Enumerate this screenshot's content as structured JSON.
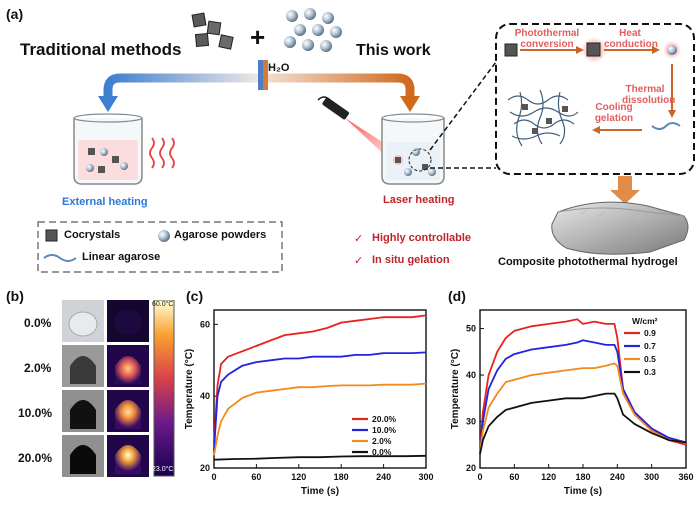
{
  "panel_a": {
    "label": "(a)",
    "traditional_title": "Traditional methods",
    "this_work_title": "This work",
    "water_label": "H₂O",
    "external_heating": "External heating",
    "laser_heating": "Laser heating",
    "photothermal_conversion": "Photothermal conversion",
    "heat_conduction": "Heat conduction",
    "thermal_dissolution": "Thermal dissolution",
    "cooling_gelation": "Cooling gelation",
    "composite_label": "Composite photothermal hydrogel",
    "legend": {
      "cocrystals": "Cocrystals",
      "agarose_powders": "Agarose powders",
      "linear_agarose": "Linear agarose"
    },
    "checks": [
      "Highly controllable",
      "In situ gelation"
    ],
    "check_mark": "✓"
  },
  "panel_b": {
    "label": "(b)",
    "rows": [
      "0.0%",
      "2.0%",
      "10.0%",
      "20.0%"
    ],
    "colorbar_max": "60.0°C",
    "colorbar_min": "23.0°C"
  },
  "chart_data": [
    {
      "panel": "(c)",
      "type": "line",
      "xlabel": "Time (s)",
      "ylabel": "Temperature (°C)",
      "xlim": [
        0,
        300
      ],
      "ylim": [
        20,
        64
      ],
      "xticks": [
        0,
        60,
        120,
        180,
        240,
        300
      ],
      "yticks": [
        20,
        40,
        60
      ],
      "legend_position": "bottom-right",
      "series": [
        {
          "name": "20.0%",
          "color": "#e8231f",
          "x": [
            0,
            5,
            10,
            20,
            40,
            60,
            80,
            100,
            120,
            140,
            160,
            180,
            200,
            220,
            240,
            260,
            280,
            300
          ],
          "y": [
            27,
            43,
            49,
            51,
            52.5,
            54,
            55.5,
            57,
            57.5,
            58,
            59,
            60.5,
            61,
            61.5,
            62,
            62,
            62,
            62.5
          ]
        },
        {
          "name": "10.0%",
          "color": "#2222e0",
          "x": [
            0,
            5,
            10,
            20,
            40,
            60,
            80,
            100,
            120,
            140,
            160,
            180,
            200,
            220,
            240,
            260,
            280,
            300
          ],
          "y": [
            25,
            40,
            44,
            46,
            48.5,
            49.5,
            50,
            50.5,
            50.5,
            51,
            51,
            51,
            51.5,
            51.5,
            52,
            52,
            52,
            52.2
          ]
        },
        {
          "name": "2.0%",
          "color": "#f28a1c",
          "x": [
            0,
            5,
            10,
            20,
            40,
            60,
            80,
            100,
            120,
            140,
            160,
            180,
            200,
            220,
            240,
            260,
            280,
            300
          ],
          "y": [
            23.5,
            29,
            33,
            36.5,
            39.5,
            41,
            41.5,
            42,
            42.5,
            42.5,
            42.8,
            43,
            43,
            43,
            43.2,
            43.2,
            43.2,
            43.5
          ]
        },
        {
          "name": "0.0%",
          "color": "#111111",
          "x": [
            0,
            30,
            60,
            90,
            120,
            150,
            180,
            210,
            240,
            270,
            300
          ],
          "y": [
            22.3,
            22.5,
            22.6,
            22.8,
            23,
            23,
            23.2,
            23.3,
            23.3,
            23.3,
            23.4
          ]
        }
      ]
    },
    {
      "panel": "(d)",
      "type": "line",
      "xlabel": "Time (s)",
      "ylabel": "Temperature (°C)",
      "xlim": [
        0,
        360
      ],
      "ylim": [
        20,
        54
      ],
      "xticks": [
        0,
        60,
        120,
        180,
        240,
        300,
        360
      ],
      "yticks": [
        20,
        30,
        40,
        50
      ],
      "legend_title": "W/cm²",
      "legend_position": "top-right",
      "series": [
        {
          "name": "0.9",
          "color": "#e8231f",
          "x": [
            0,
            5,
            15,
            30,
            45,
            60,
            90,
            120,
            150,
            170,
            180,
            200,
            220,
            235,
            240,
            250,
            270,
            300,
            330,
            360
          ],
          "y": [
            24,
            32,
            40,
            45,
            48,
            49.5,
            50.5,
            51,
            51.5,
            52,
            51,
            51.5,
            51,
            51,
            48,
            37,
            32,
            28.5,
            26,
            25
          ]
        },
        {
          "name": "0.7",
          "color": "#2222e0",
          "x": [
            0,
            5,
            15,
            30,
            45,
            60,
            90,
            120,
            150,
            170,
            180,
            200,
            220,
            235,
            240,
            250,
            270,
            300,
            330,
            360
          ],
          "y": [
            23.5,
            30,
            37,
            41,
            43.5,
            44.5,
            45.5,
            46,
            46.5,
            47,
            47.5,
            47,
            46.5,
            46.5,
            45,
            37,
            32,
            28.5,
            26.5,
            25.5
          ]
        },
        {
          "name": "0.5",
          "color": "#f28a1c",
          "x": [
            0,
            5,
            15,
            30,
            45,
            60,
            90,
            120,
            150,
            180,
            200,
            220,
            235,
            240,
            250,
            270,
            300,
            330,
            360
          ],
          "y": [
            23.5,
            28,
            33,
            36,
            38.5,
            39,
            40,
            40.5,
            41,
            41.5,
            41.5,
            42,
            42.5,
            42,
            36,
            31.5,
            28,
            26,
            25.5
          ]
        },
        {
          "name": "0.3",
          "color": "#111111",
          "x": [
            0,
            5,
            15,
            30,
            45,
            60,
            90,
            120,
            150,
            180,
            200,
            220,
            235,
            240,
            250,
            270,
            300,
            330,
            360
          ],
          "y": [
            23,
            26,
            29,
            31,
            32.5,
            33,
            34,
            34.5,
            35,
            35,
            35.5,
            36,
            36,
            35,
            31.5,
            29.5,
            27.5,
            26,
            25.5
          ]
        }
      ]
    }
  ]
}
